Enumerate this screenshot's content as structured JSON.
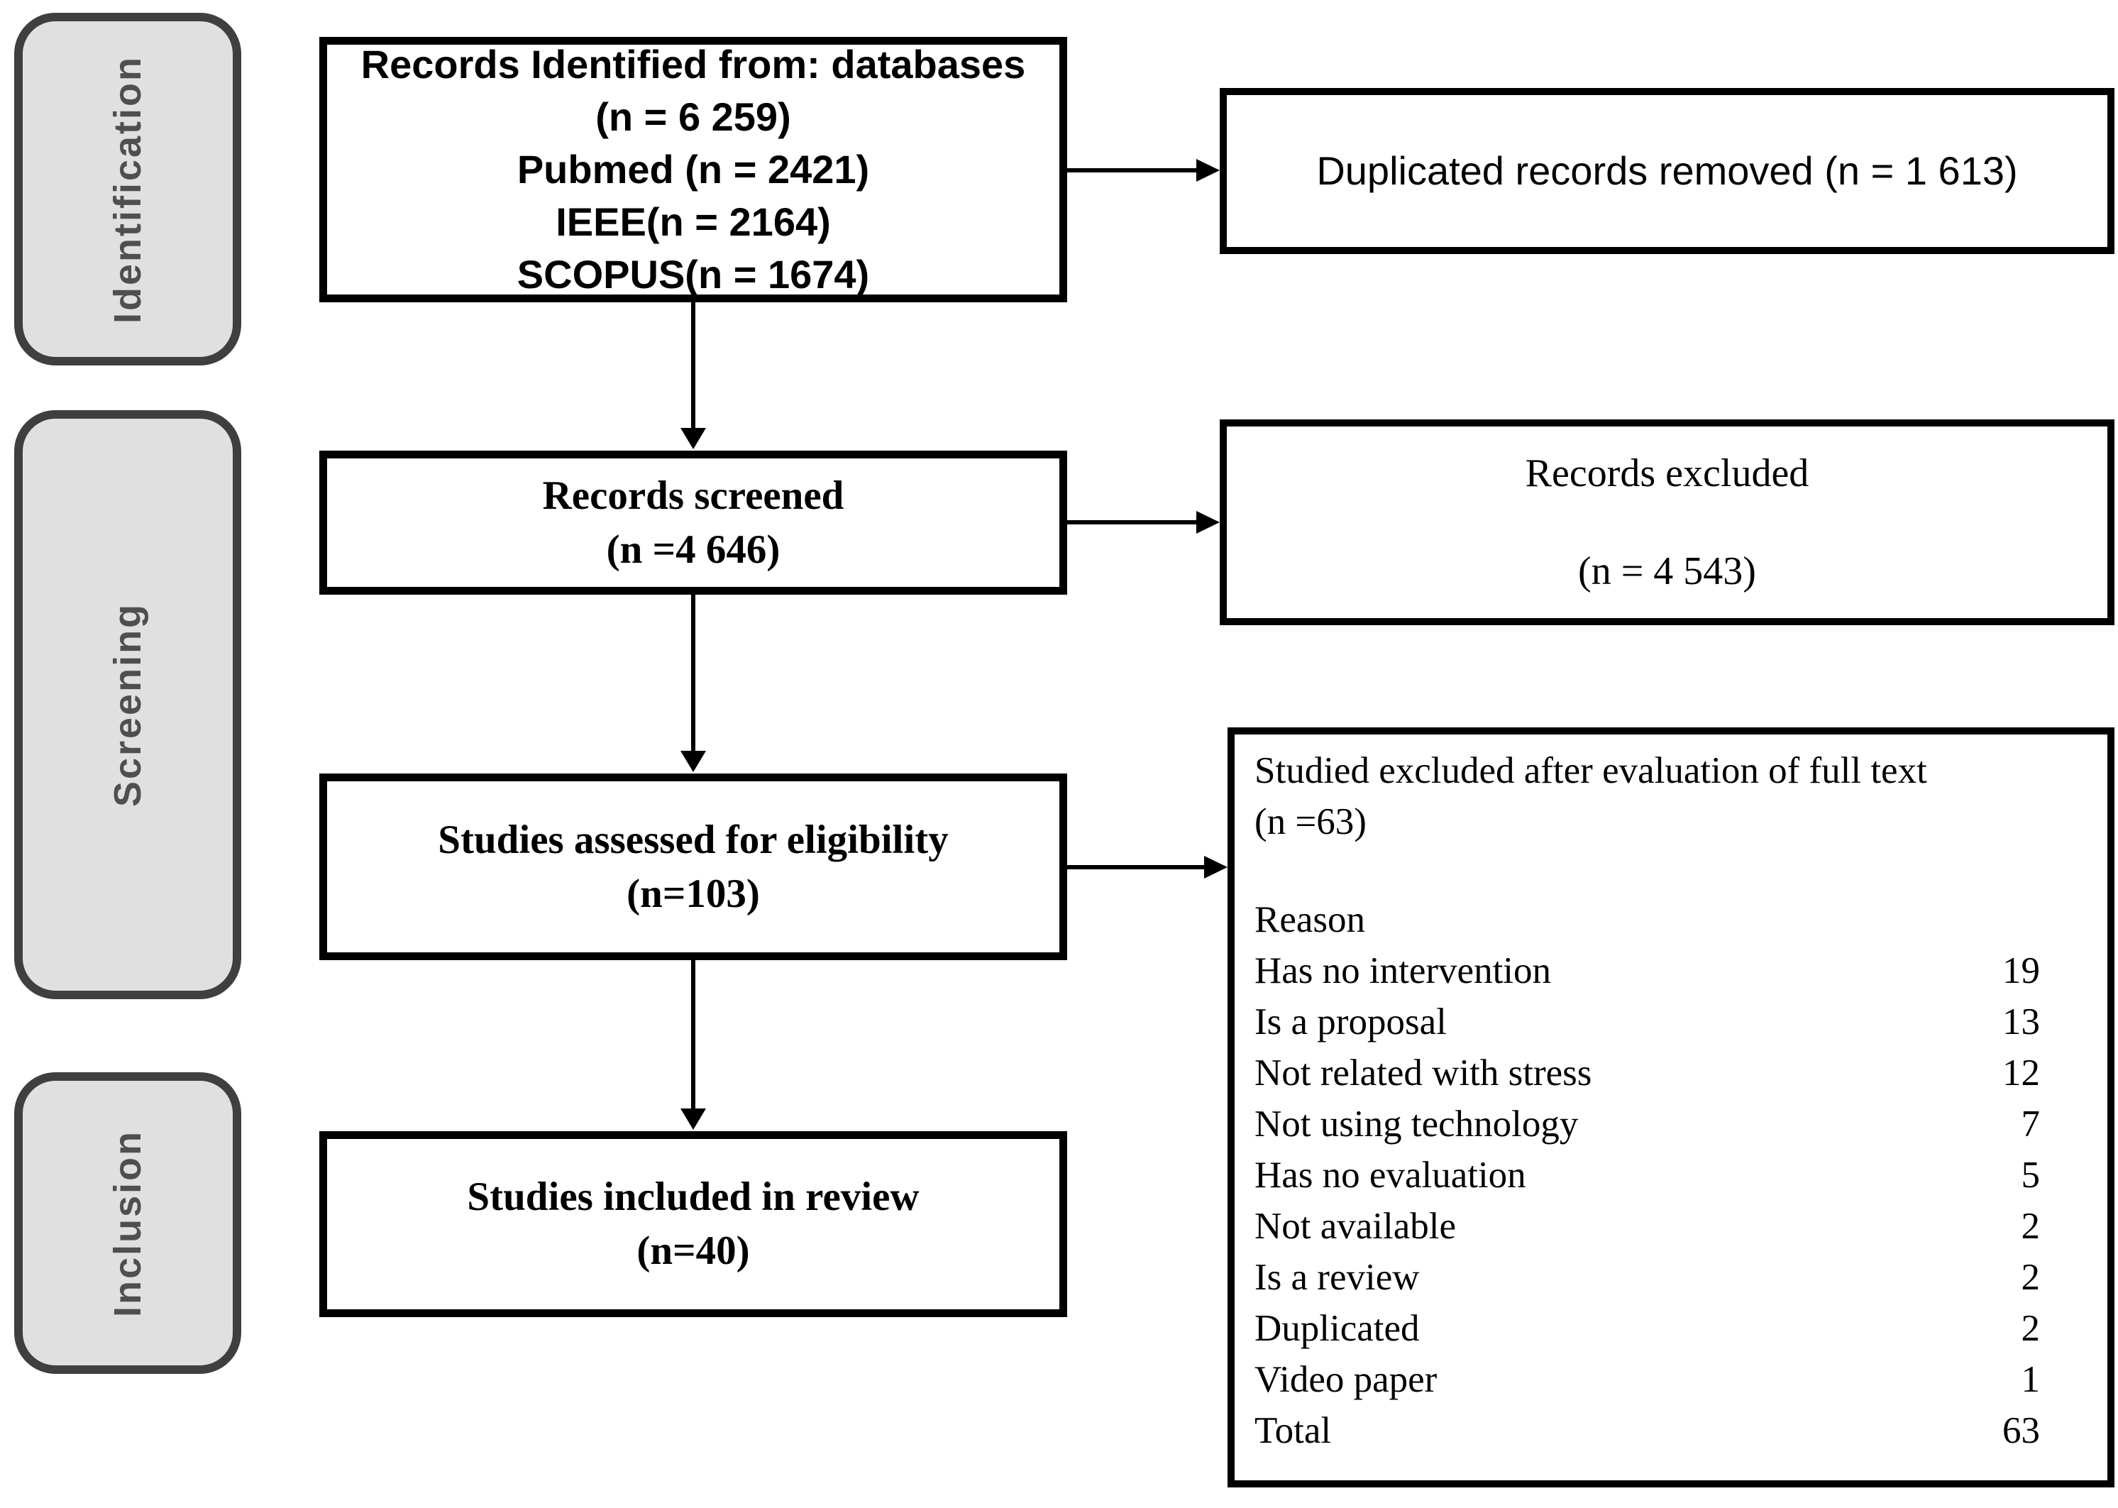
{
  "colors": {
    "background": "#ffffff",
    "box_border": "#000000",
    "box_fill": "#ffffff",
    "rail_fill": "#e0e0e0",
    "rail_border": "#3f3f3f",
    "rail_text": "#4f4f4f",
    "text": "#000000"
  },
  "rail": [
    {
      "label": "Identification"
    },
    {
      "label": "Screening"
    },
    {
      "label": "Inclusion"
    }
  ],
  "flow": {
    "identified": {
      "lines": [
        "Records Identified from: databases",
        "(n = 6 259)",
        "Pubmed (n = 2421)",
        "IEEE(n = 2164)",
        "SCOPUS(n = 1674)"
      ]
    },
    "screened": {
      "lines": [
        "Records screened",
        "(n =4 646)"
      ]
    },
    "assessed": {
      "lines": [
        "Studies assessed for eligibility",
        "(n=103)"
      ]
    },
    "included": {
      "lines": [
        "Studies included in review",
        "(n=40)"
      ]
    }
  },
  "side": {
    "duplicates_removed": {
      "text": "Duplicated records removed (n = 1 613)"
    },
    "records_excluded": {
      "line1": "Records excluded",
      "line2": "(n = 4 543)"
    },
    "fulltext_excluded": {
      "title_line1": "Studied excluded after evaluation of full text",
      "title_line2": "(n =63)",
      "reason_header": "Reason",
      "reasons": [
        {
          "label": "Has no intervention",
          "count": "19"
        },
        {
          "label": "Is a proposal",
          "count": "13"
        },
        {
          "label": "Not related with stress",
          "count": "12"
        },
        {
          "label": "Not using technology",
          "count": "7"
        },
        {
          "label": "Has no evaluation",
          "count": "5"
        },
        {
          "label": "Not available",
          "count": "2"
        },
        {
          "label": "Is a review",
          "count": "2"
        },
        {
          "label": "Duplicated",
          "count": "2"
        },
        {
          "label": "Video paper",
          "count": "1"
        },
        {
          "label": "Total",
          "count": "63"
        }
      ]
    }
  }
}
